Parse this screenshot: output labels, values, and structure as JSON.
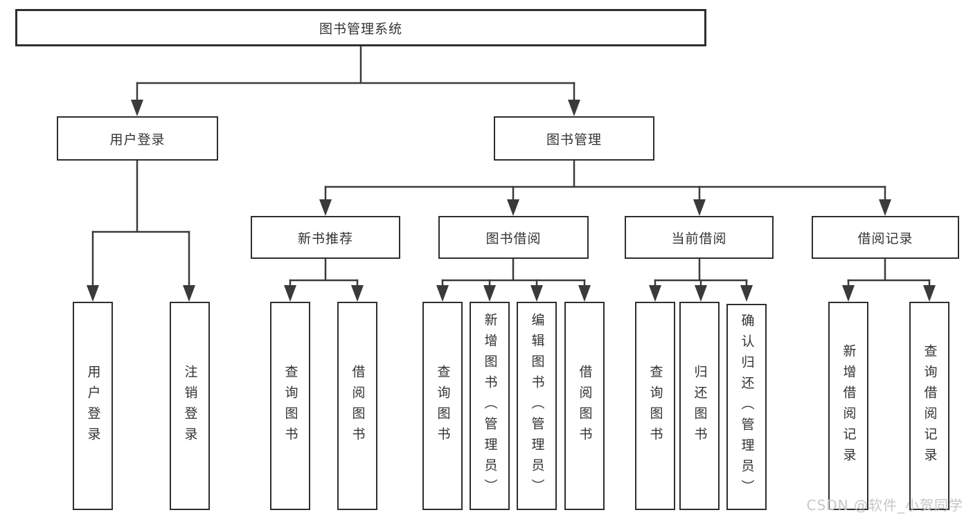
{
  "diagram": {
    "title": "图书管理系统",
    "root": {
      "label": "图书管理系统"
    },
    "branches": [
      {
        "label": "用户登录",
        "children": [
          {
            "label": "用户登录"
          },
          {
            "label": "注销登录"
          }
        ]
      },
      {
        "label": "图书管理",
        "groups": [
          {
            "label": "新书推荐",
            "children": [
              {
                "label": "查询图书"
              },
              {
                "label": "借阅图书"
              }
            ]
          },
          {
            "label": "图书借阅",
            "children": [
              {
                "label": "查询图书"
              },
              {
                "label": "新增图书（管理员）"
              },
              {
                "label": "编辑图书（管理员）"
              },
              {
                "label": "借阅图书"
              }
            ]
          },
          {
            "label": "当前借阅",
            "children": [
              {
                "label": "查询图书"
              },
              {
                "label": "归还图书"
              },
              {
                "label": "确认归还（管理员）"
              }
            ]
          },
          {
            "label": "借阅记录",
            "children": [
              {
                "label": "新增借阅记录"
              },
              {
                "label": "查询借阅记录"
              }
            ]
          }
        ]
      }
    ]
  },
  "watermark": {
    "text": "CSDN @软件_小贺同学"
  },
  "colors": {
    "line": "#3a3a3a",
    "border": "#2e2e2e",
    "text": "#333333",
    "background": "#ffffff",
    "watermark": "#c6c6c6"
  }
}
